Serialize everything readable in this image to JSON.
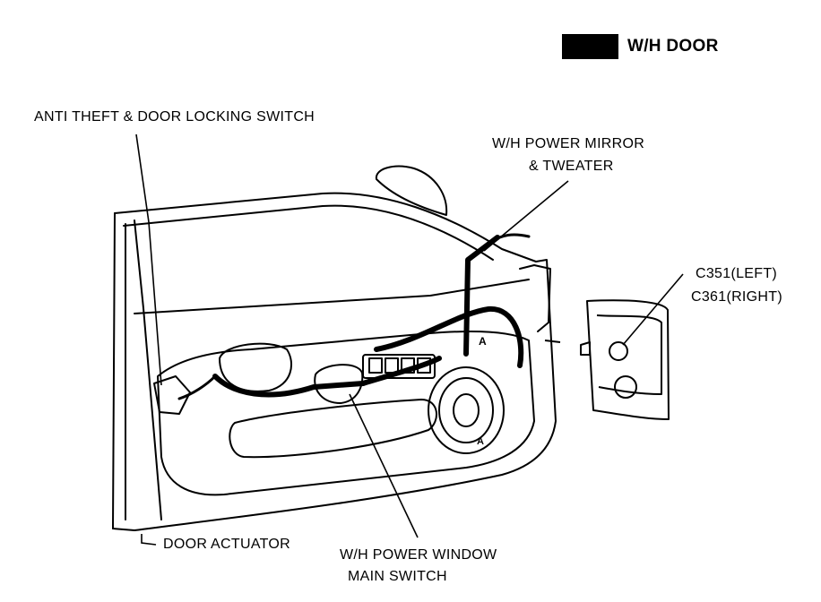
{
  "header": {
    "title": "W/H DOOR"
  },
  "labels": {
    "anti_theft": "ANTI THEFT & DOOR LOCKING SWITCH",
    "power_mirror_line1": "W/H POWER MIRROR",
    "power_mirror_line2": "& TWEATER",
    "connector_left": "C351(LEFT)",
    "connector_right": "C361(RIGHT)",
    "door_actuator": "DOOR ACTUATOR",
    "power_window_line1": "W/H POWER WINDOW",
    "power_window_line2": "MAIN SWITCH",
    "marker_a": "A"
  }
}
